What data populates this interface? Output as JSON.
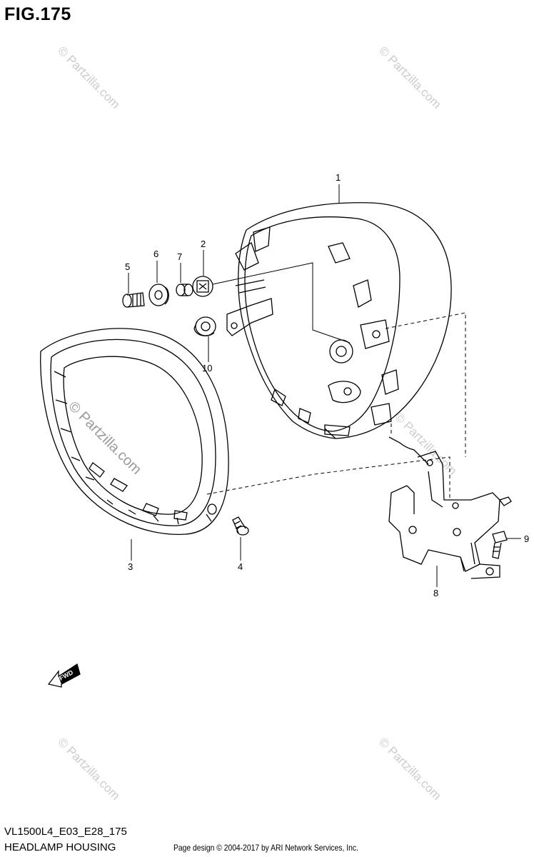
{
  "figure": {
    "title": "FIG.175",
    "model_code": "VL1500L4_E03_E28_175",
    "section_name": "HEADLAMP HOUSING",
    "credit": "Page design © 2004-2017 by ARI Network Services, Inc."
  },
  "watermark": {
    "text": "© Partzilla.com"
  },
  "fwd_marker": {
    "label": "FWD",
    "icon": "fwd-arrow-icon"
  },
  "callouts": [
    {
      "id": "1",
      "label": "1"
    },
    {
      "id": "2",
      "label": "2"
    },
    {
      "id": "3",
      "label": "3"
    },
    {
      "id": "4",
      "label": "4"
    },
    {
      "id": "5",
      "label": "5"
    },
    {
      "id": "6",
      "label": "6"
    },
    {
      "id": "7",
      "label": "7"
    },
    {
      "id": "8",
      "label": "8"
    },
    {
      "id": "9",
      "label": "9"
    },
    {
      "id": "10",
      "label": "10"
    }
  ],
  "colors": {
    "line": "#000000",
    "watermark": "#c8c8c8",
    "background": "#ffffff"
  }
}
